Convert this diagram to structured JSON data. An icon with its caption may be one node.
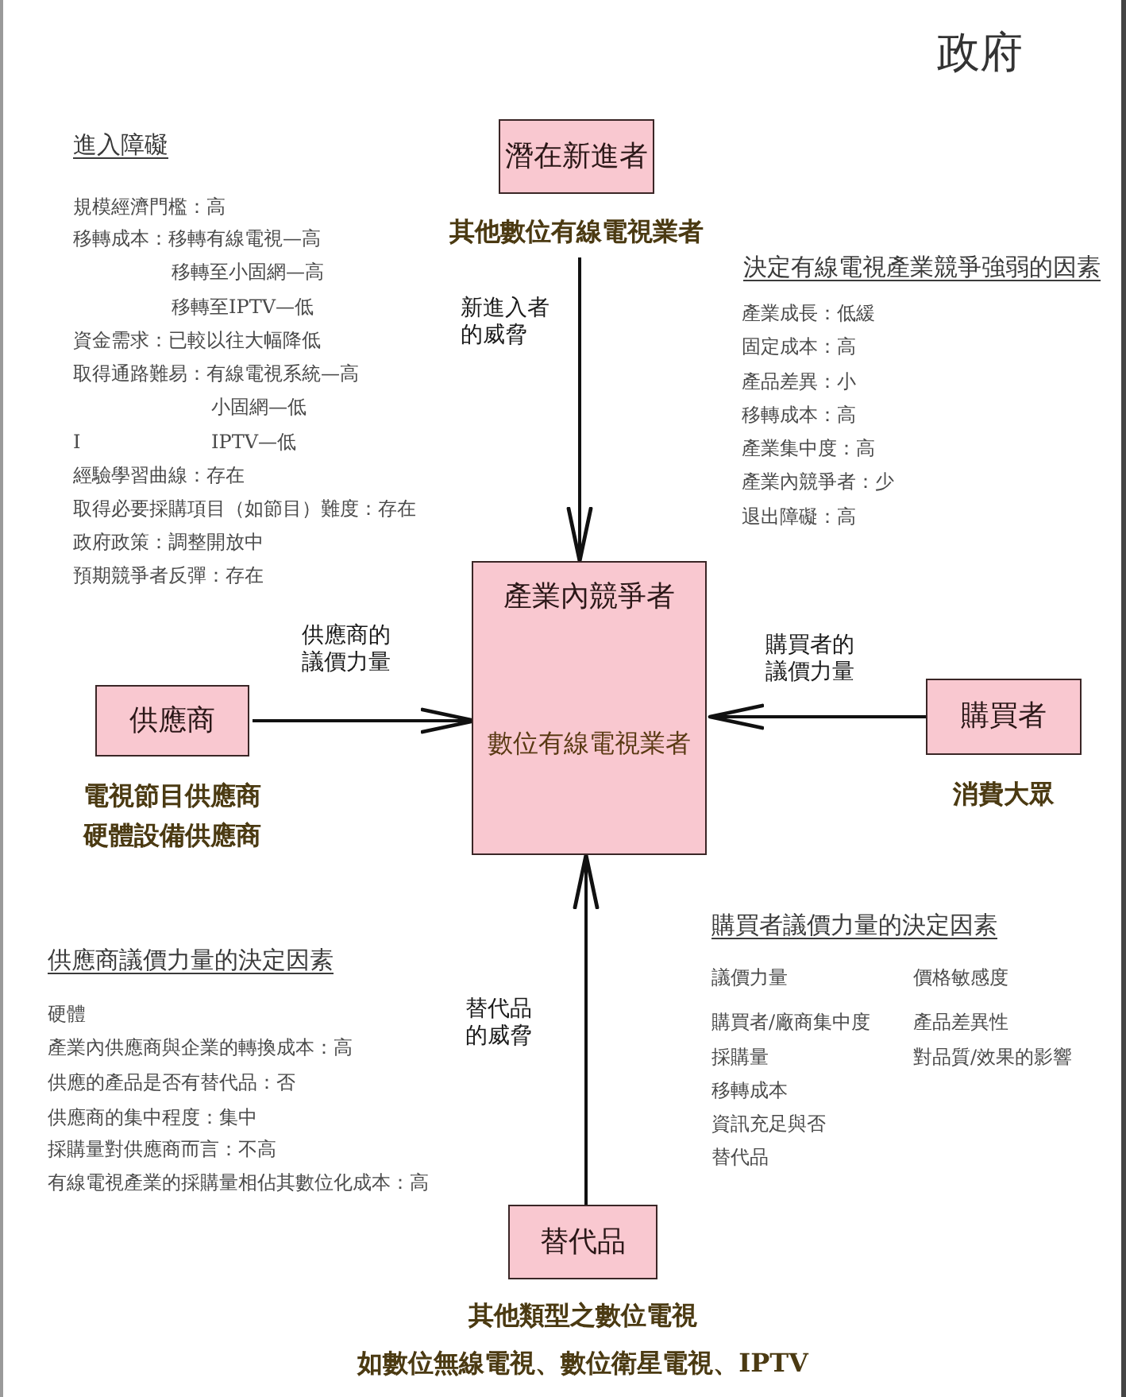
{
  "diagram": {
    "nodes": [
      {
        "text": [
          "潛在新進者"
        ],
        "beside": [
          "其他數位有線電視業者"
        ]
      },
      {
        "text": [
          "產業內競爭者",
          "數位有線電視業者"
        ]
      },
      {
        "text": [
          "供應商"
        ],
        "beside": [
          "電視節目供應商",
          "硬體設備供應商"
        ]
      },
      {
        "text": [
          "購買者"
        ],
        "beside": [
          "消費大眾"
        ]
      },
      {
        "text": [
          "替代品"
        ],
        "beside": [
          "其他類型之數位電視",
          "如數位無線電視、數位衛星電視、IPTV"
        ]
      }
    ],
    "edges": [
      {
        "from": 0,
        "to": 1,
        "arrow": "to",
        "label": "新進入者的威脅"
      },
      {
        "from": 2,
        "to": 1,
        "arrow": "to",
        "label": "供應商的議價力量"
      },
      {
        "from": 3,
        "to": 1,
        "arrow": "to",
        "label": "購買者的議價力量"
      },
      {
        "from": 4,
        "to": 1,
        "arrow": "to",
        "label": "替代品的威脅"
      }
    ],
    "labels": [
      "政府",
      "進入障礙",
      "規模經濟門檻：高",
      "移轉成本：移轉有線電視—高",
      "移轉至小固網—高",
      "移轉至IPTV—低",
      "資金需求：已較以往大幅降低",
      "取得通路難易：有線電視系統—高",
      "小固網—低",
      "I",
      "IPTV—低",
      "經驗學習曲線：存在",
      "取得必要採購項目（如節目）難度：存在",
      "政府政策：調整開放中",
      "預期競爭者反彈：存在",
      "決定有線電視產業競爭強弱的因素",
      "產業成長：低緩",
      "固定成本：高",
      "產品差異：小",
      "移轉成本：高",
      "產業集中度：高",
      "產業內競爭者：少",
      "退出障礙：高",
      "供應商議價力量的決定因素",
      "硬體",
      "產業內供應商與企業的轉換成本：高",
      "供應的產品是否有替代品：否",
      "供應商的集中程度：集中",
      "採購量對供應商而言：不高",
      "有線電視產業的採購量相佔其數位化成本：高",
      "購買者議價力量的決定因素",
      "議價力量",
      "價格敏感度",
      "購買者/廠商集中度",
      "產品差異性",
      "採購量",
      "對品質/效果的影響",
      "移轉成本",
      "資訊充足與否",
      "替代品"
    ]
  }
}
